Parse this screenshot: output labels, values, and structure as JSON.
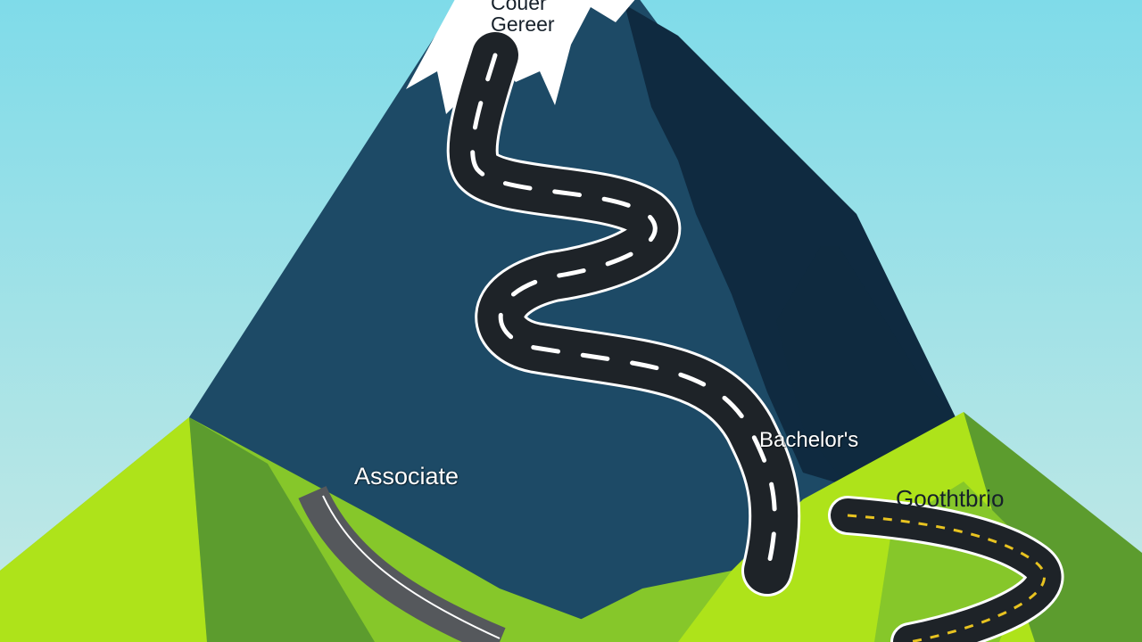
{
  "labels": {
    "summit_line1": "Couer",
    "summit_line2": "Gereer",
    "associate": "Associate",
    "bachelors": "Bachelor's",
    "right_stage": "Goothtbrio"
  },
  "colors": {
    "sky_top": "#7fdbe9",
    "sky_bottom": "#c6e9e5",
    "mountain": "#1d4a66",
    "mountain_shadow": "#0f2a40",
    "snow": "#ffffff",
    "grass_light": "#aee31a",
    "grass_mid": "#86c72a",
    "grass_dark": "#5c9c2e",
    "road": "#1e2328",
    "road_gray": "#55585c",
    "road_line": "#ffffff",
    "road_center_yellow": "#e8c320"
  },
  "icons": {
    "summit": "snow-cap-icon",
    "road": "winding-road-icon"
  }
}
